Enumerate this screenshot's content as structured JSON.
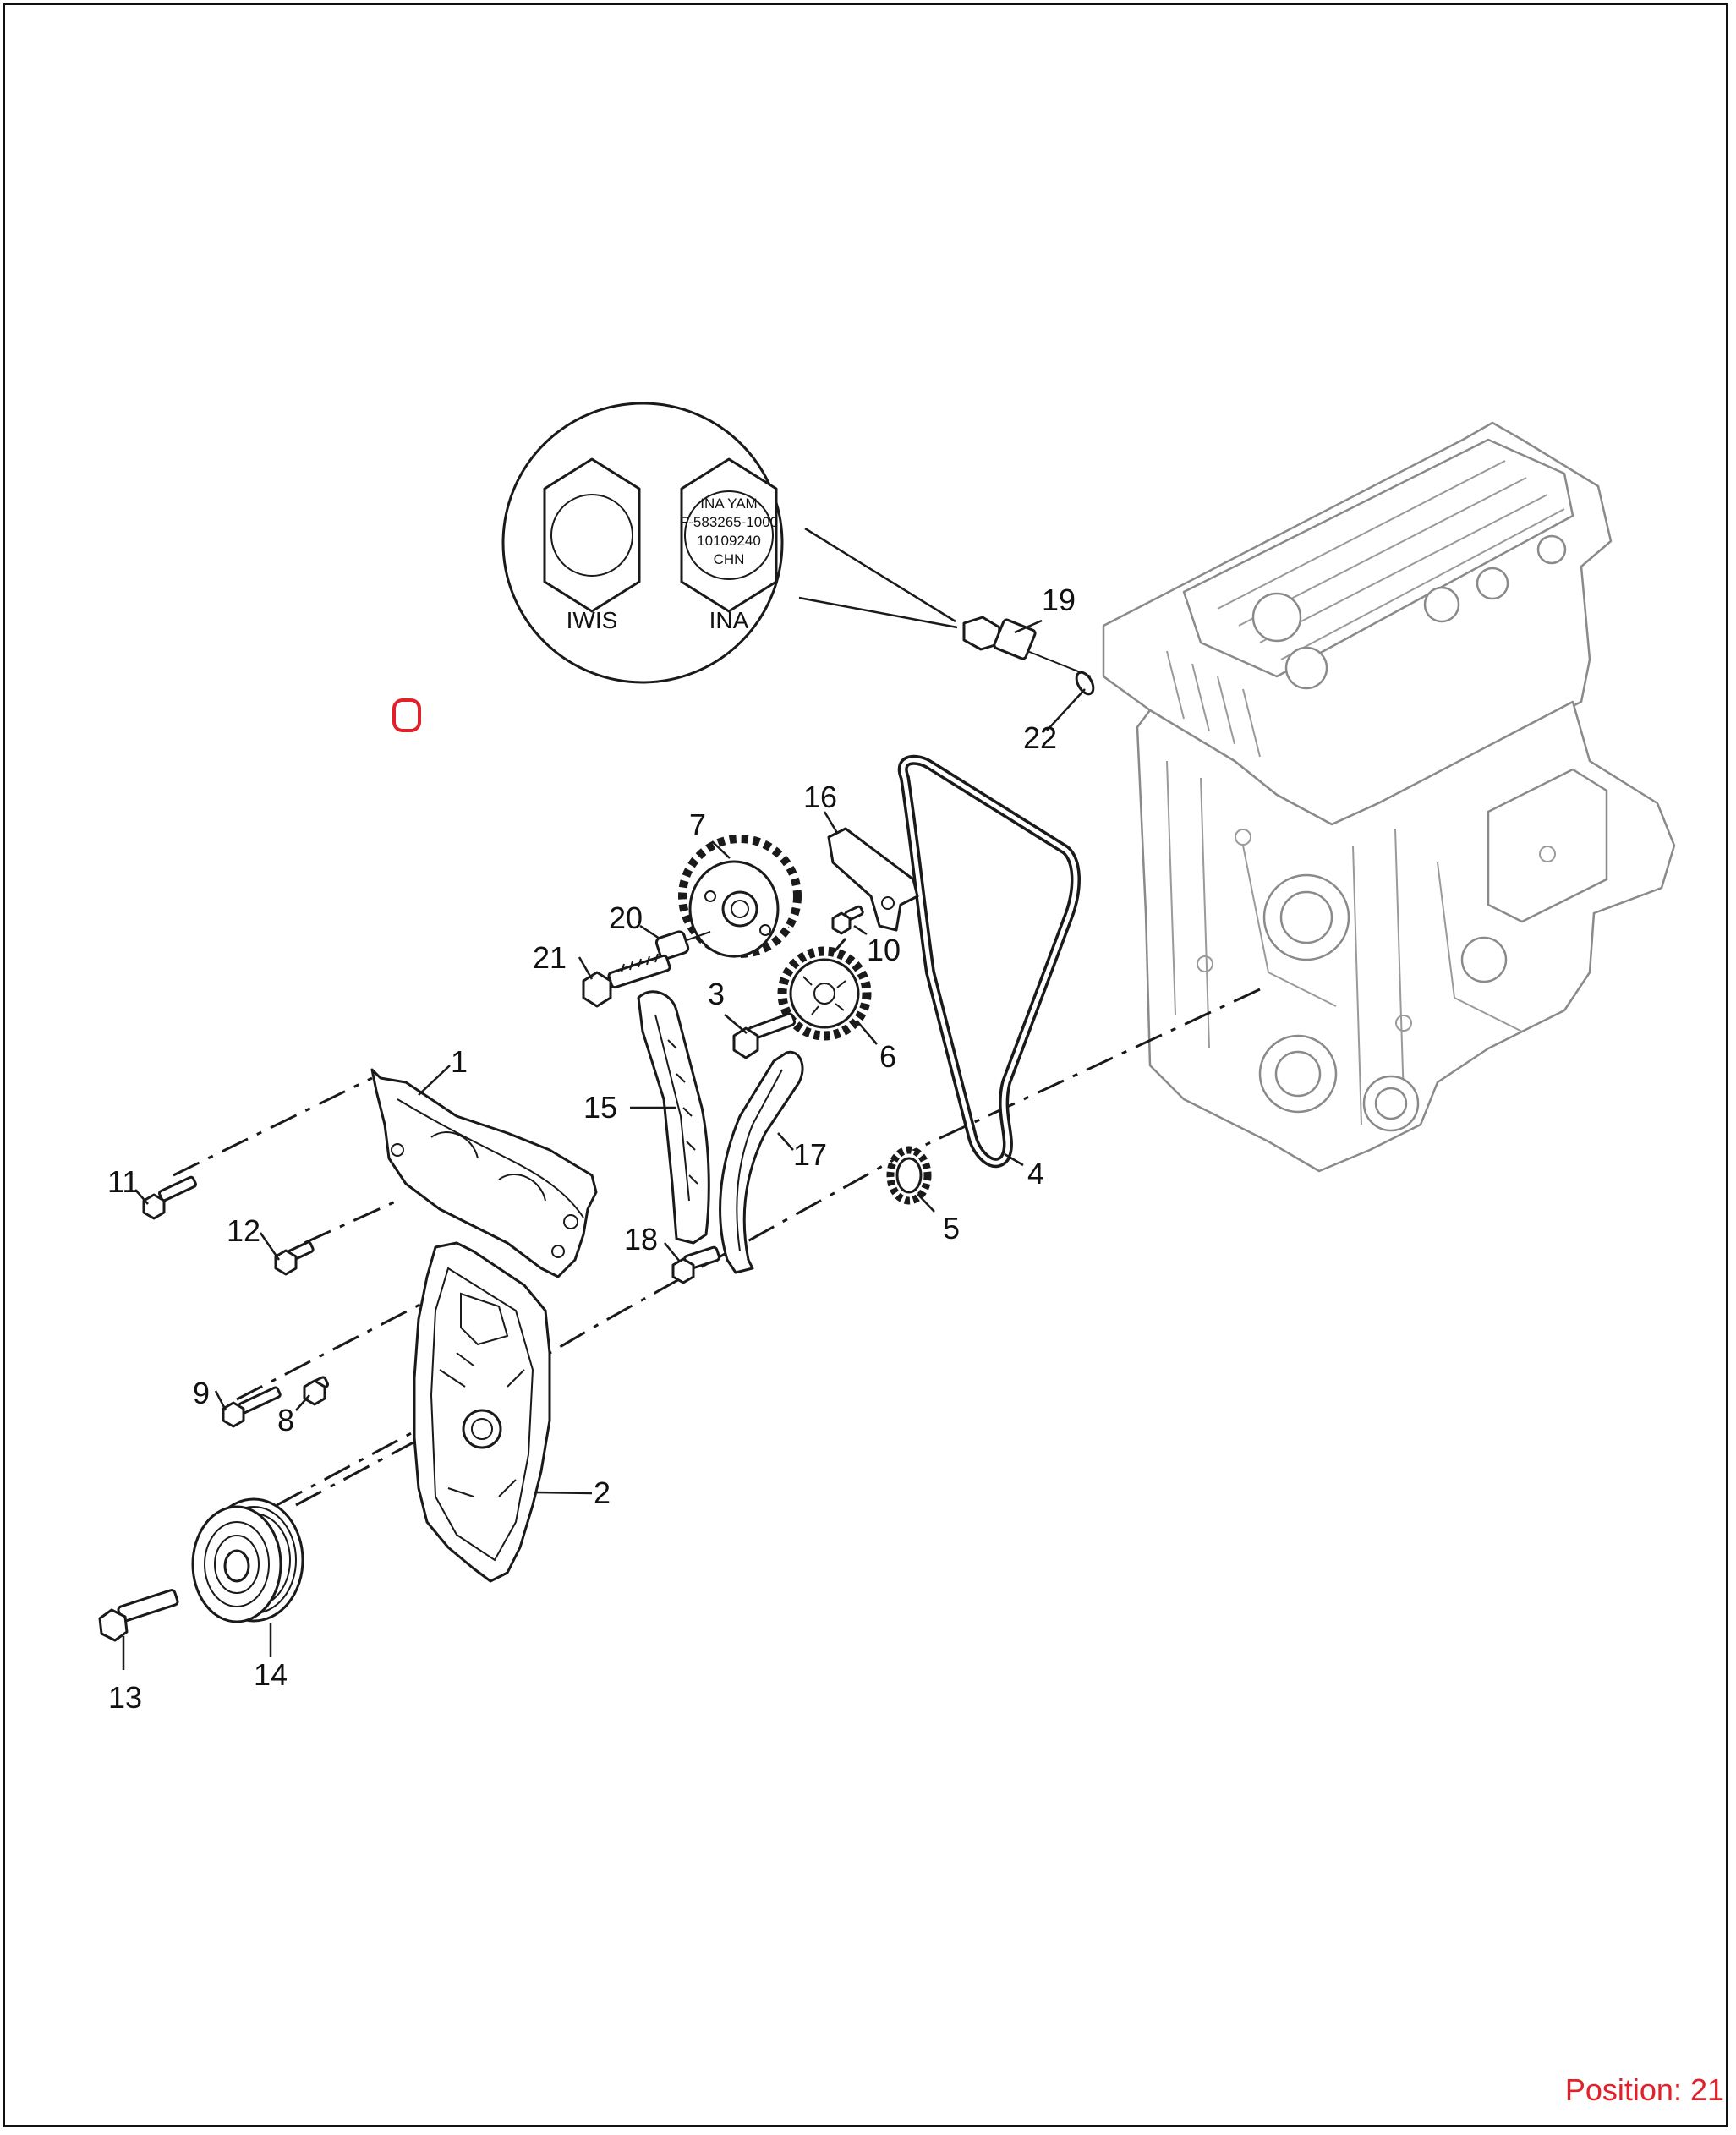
{
  "position_label": "Position: 21",
  "detail": {
    "left_label": "IWIS",
    "right_label": "INA",
    "marking_lines": [
      "INA YAM",
      "F-583265-1000",
      "10109240",
      "CHN"
    ]
  },
  "callouts": [
    "1",
    "2",
    "3",
    "4",
    "5",
    "6",
    "7",
    "8",
    "9",
    "10",
    "11",
    "12",
    "13",
    "14",
    "15",
    "16",
    "17",
    "18",
    "19",
    "20",
    "21",
    "22"
  ],
  "marker_color": "#e3202a"
}
